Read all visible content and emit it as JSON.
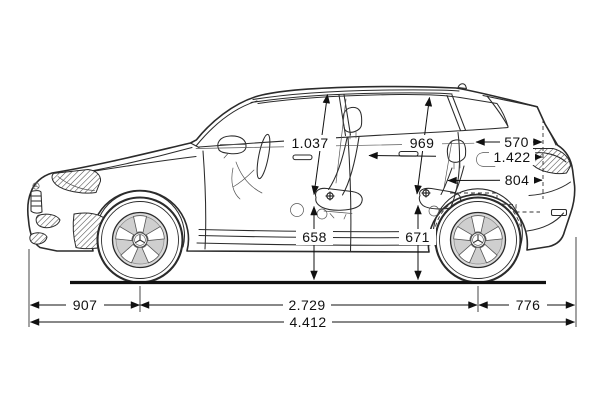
{
  "diagram": {
    "description": "Side-view dimensional line drawing of a compact SUV with measurement callouts",
    "background_color": "#ffffff",
    "line_color": "#2b2b2b",
    "dimension_color": "#111111",
    "dims": {
      "headroom_front": "1.037",
      "headroom_rear": "969",
      "cargo_570": "570",
      "cargo_1422": "1.422",
      "cargo_804": "804",
      "seat_height_front": "658",
      "seat_height_rear": "671",
      "front_overhang": "907",
      "wheelbase": "2.729",
      "rear_overhang": "776",
      "overall_length": "4.412"
    }
  }
}
